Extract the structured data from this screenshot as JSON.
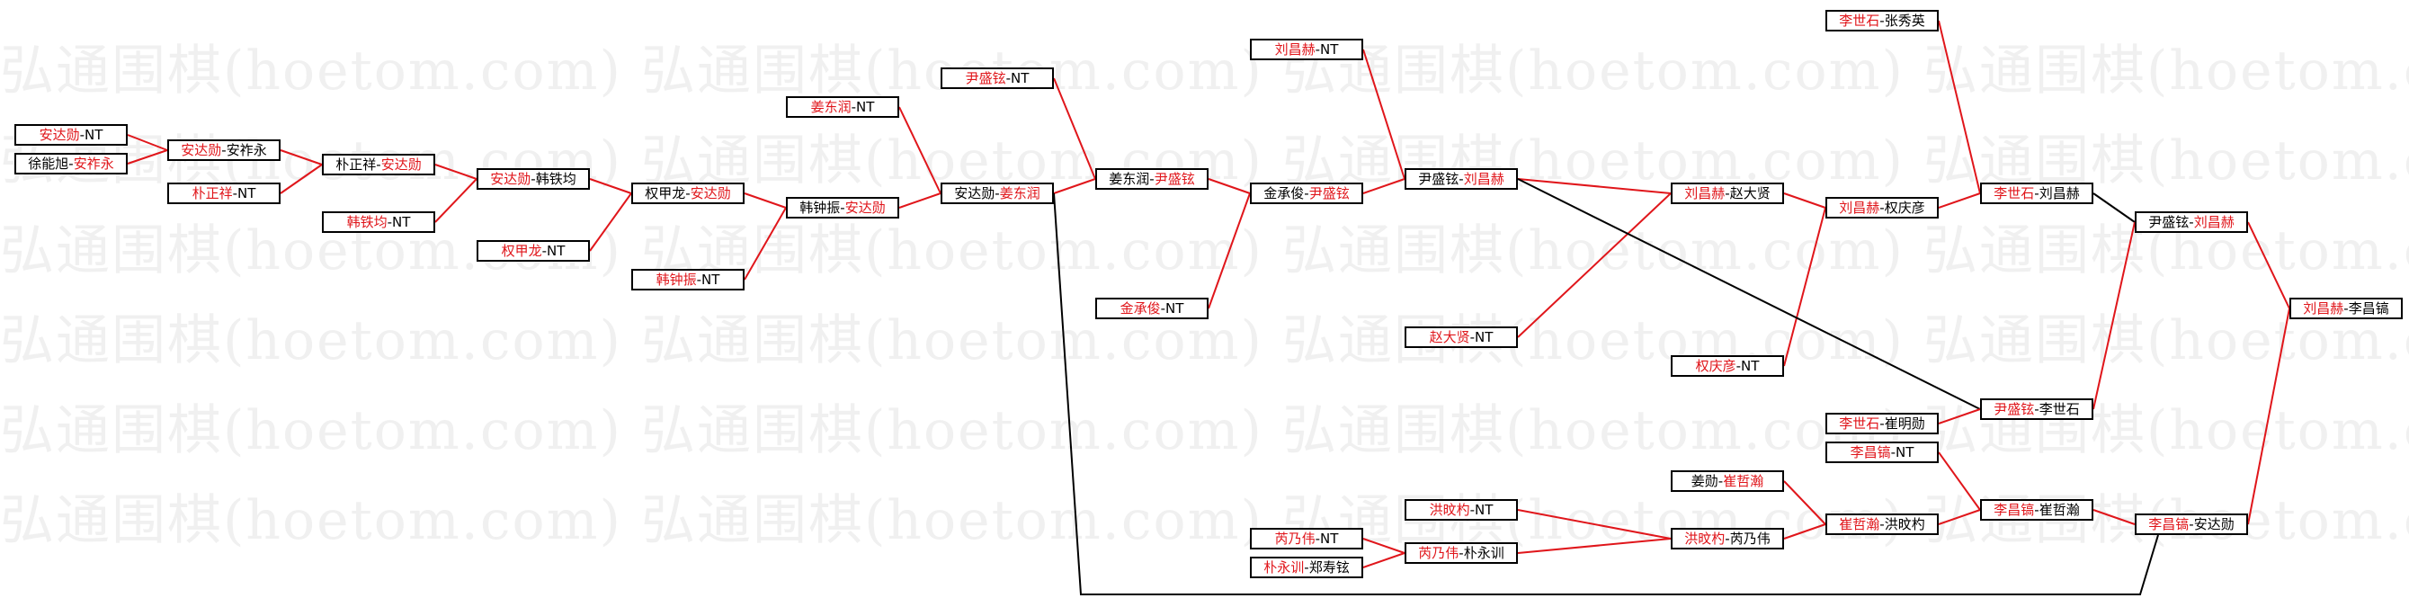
{
  "watermark": "弘通围棋(hoetom.com)",
  "colors": {
    "winner": "#e0161b",
    "loser": "#000000",
    "watermark": "#f0f0f0"
  },
  "nodes": [
    {
      "id": "n01",
      "a": "安达勋",
      "sep": "-",
      "b": "NT",
      "winner": "a"
    },
    {
      "id": "n02",
      "a": "徐能旭",
      "sep": "-",
      "b": "安祚永",
      "winner": "b"
    },
    {
      "id": "n03",
      "a": "安达勋",
      "sep": "-",
      "b": "安祚永",
      "winner": "a"
    },
    {
      "id": "n04",
      "a": "朴正祥",
      "sep": "-",
      "b": "NT",
      "winner": "a"
    },
    {
      "id": "n05",
      "a": "朴正祥",
      "sep": "-",
      "b": "安达勋",
      "winner": "b"
    },
    {
      "id": "n06",
      "a": "韩铁均",
      "sep": "-",
      "b": "NT",
      "winner": "a"
    },
    {
      "id": "n07",
      "a": "安达勋",
      "sep": "-",
      "b": "韩铁均",
      "winner": "a"
    },
    {
      "id": "n08",
      "a": "权甲龙",
      "sep": "-",
      "b": "NT",
      "winner": "a"
    },
    {
      "id": "n09",
      "a": "权甲龙",
      "sep": "-",
      "b": "安达勋",
      "winner": "b"
    },
    {
      "id": "n10",
      "a": "韩钟振",
      "sep": "-",
      "b": "NT",
      "winner": "a"
    },
    {
      "id": "n11",
      "a": "韩钟振",
      "sep": "-",
      "b": "安达勋",
      "winner": "b"
    },
    {
      "id": "n12",
      "a": "姜东润",
      "sep": "-",
      "b": "NT",
      "winner": "a"
    },
    {
      "id": "n13",
      "a": "安达勋",
      "sep": "-",
      "b": "姜东润",
      "winner": "b"
    },
    {
      "id": "n14",
      "a": "尹盛铉",
      "sep": "-",
      "b": "NT",
      "winner": "a"
    },
    {
      "id": "n15",
      "a": "姜东润",
      "sep": "-",
      "b": "尹盛铉",
      "winner": "b"
    },
    {
      "id": "n16",
      "a": "金承俊",
      "sep": "-",
      "b": "NT",
      "winner": "a"
    },
    {
      "id": "n17",
      "a": "金承俊",
      "sep": "-",
      "b": "尹盛铉",
      "winner": "b"
    },
    {
      "id": "n18",
      "a": "刘昌赫",
      "sep": "-",
      "b": "NT",
      "winner": "a"
    },
    {
      "id": "n19",
      "a": "尹盛铉",
      "sep": "-",
      "b": "刘昌赫",
      "winner": "b"
    },
    {
      "id": "n20",
      "a": "赵大贤",
      "sep": "-",
      "b": "NT",
      "winner": "a"
    },
    {
      "id": "n21",
      "a": "刘昌赫",
      "sep": "-",
      "b": "赵大贤",
      "winner": "a"
    },
    {
      "id": "n22",
      "a": "权庆彦",
      "sep": "-",
      "b": "NT",
      "winner": "a"
    },
    {
      "id": "n23",
      "a": "刘昌赫",
      "sep": "-",
      "b": "权庆彦",
      "winner": "a"
    },
    {
      "id": "n24",
      "a": "李世石",
      "sep": "-",
      "b": "张秀英",
      "winner": "a"
    },
    {
      "id": "n25",
      "a": "李世石",
      "sep": "-",
      "b": "刘昌赫",
      "winner": "a"
    },
    {
      "id": "n26",
      "a": "尹盛铉",
      "sep": "-",
      "b": "刘昌赫",
      "winner": "b"
    },
    {
      "id": "n27",
      "a": "李世石",
      "sep": "-",
      "b": "崔明勋",
      "winner": "a"
    },
    {
      "id": "n28",
      "a": "尹盛铉",
      "sep": "-",
      "b": "李世石",
      "winner": "a"
    },
    {
      "id": "n29",
      "a": "刘昌赫",
      "sep": "-",
      "b": "李昌镐",
      "winner": "a"
    },
    {
      "id": "n30",
      "a": "李昌镐",
      "sep": "-",
      "b": "NT",
      "winner": "a"
    },
    {
      "id": "n31",
      "a": "姜勋",
      "sep": "-",
      "b": "崔哲瀚",
      "winner": "b"
    },
    {
      "id": "n32",
      "a": "崔哲瀚",
      "sep": "-",
      "b": "洪旼杓",
      "winner": "a"
    },
    {
      "id": "n33",
      "a": "李昌镐",
      "sep": "-",
      "b": "崔哲瀚",
      "winner": "a"
    },
    {
      "id": "n34",
      "a": "洪旼杓",
      "sep": "-",
      "b": "NT",
      "winner": "a"
    },
    {
      "id": "n35",
      "a": "芮乃伟",
      "sep": "-",
      "b": "NT",
      "winner": "a"
    },
    {
      "id": "n36",
      "a": "朴永训",
      "sep": "-",
      "b": "郑寿铉",
      "winner": "a"
    },
    {
      "id": "n37",
      "a": "芮乃伟",
      "sep": "-",
      "b": "朴永训",
      "winner": "a"
    },
    {
      "id": "n38",
      "a": "洪旼杓",
      "sep": "-",
      "b": "芮乃伟",
      "winner": "a"
    },
    {
      "id": "n39",
      "a": "李昌镐",
      "sep": "-",
      "b": "安达勋",
      "winner": "a"
    }
  ],
  "edges": [
    {
      "from": "n01",
      "to": "n03",
      "color": "winner"
    },
    {
      "from": "n02",
      "to": "n03",
      "color": "winner"
    },
    {
      "from": "n03",
      "to": "n05",
      "color": "winner"
    },
    {
      "from": "n04",
      "to": "n05",
      "color": "winner"
    },
    {
      "from": "n05",
      "to": "n07",
      "color": "winner"
    },
    {
      "from": "n06",
      "to": "n07",
      "color": "winner"
    },
    {
      "from": "n07",
      "to": "n09",
      "color": "winner"
    },
    {
      "from": "n08",
      "to": "n09",
      "color": "winner"
    },
    {
      "from": "n09",
      "to": "n11",
      "color": "winner"
    },
    {
      "from": "n10",
      "to": "n11",
      "color": "winner"
    },
    {
      "from": "n11",
      "to": "n13",
      "color": "winner"
    },
    {
      "from": "n12",
      "to": "n13",
      "color": "winner"
    },
    {
      "from": "n13",
      "to": "n15",
      "color": "winner"
    },
    {
      "from": "n14",
      "to": "n15",
      "color": "winner"
    },
    {
      "from": "n15",
      "to": "n17",
      "color": "winner"
    },
    {
      "from": "n16",
      "to": "n17",
      "color": "winner"
    },
    {
      "from": "n17",
      "to": "n19",
      "color": "winner"
    },
    {
      "from": "n18",
      "to": "n19",
      "color": "winner"
    },
    {
      "from": "n19",
      "to": "n21",
      "color": "winner"
    },
    {
      "from": "n20",
      "to": "n21",
      "color": "winner"
    },
    {
      "from": "n21",
      "to": "n23",
      "color": "winner"
    },
    {
      "from": "n22",
      "to": "n23",
      "color": "winner"
    },
    {
      "from": "n23",
      "to": "n25",
      "color": "winner"
    },
    {
      "from": "n24",
      "to": "n25",
      "color": "winner"
    },
    {
      "from": "n25",
      "to": "n26",
      "color": "loser"
    },
    {
      "from": "n28",
      "to": "n26",
      "color": "winner"
    },
    {
      "from": "n19",
      "to": "n28",
      "color": "loser"
    },
    {
      "from": "n27",
      "to": "n28",
      "color": "winner"
    },
    {
      "from": "n26",
      "to": "n29",
      "color": "winner"
    },
    {
      "from": "n39",
      "to": "n29",
      "color": "winner"
    },
    {
      "from": "n30",
      "to": "n33",
      "color": "winner"
    },
    {
      "from": "n32",
      "to": "n33",
      "color": "winner"
    },
    {
      "from": "n31",
      "to": "n32",
      "color": "winner"
    },
    {
      "from": "n38",
      "to": "n32",
      "color": "winner"
    },
    {
      "from": "n34",
      "to": "n38",
      "color": "winner"
    },
    {
      "from": "n37",
      "to": "n38",
      "color": "winner"
    },
    {
      "from": "n35",
      "to": "n37",
      "color": "winner"
    },
    {
      "from": "n36",
      "to": "n37",
      "color": "winner"
    },
    {
      "from": "n33",
      "to": "n39",
      "color": "winner"
    },
    {
      "from": "n13",
      "to": "n39",
      "color": "loser",
      "route": "down"
    }
  ]
}
